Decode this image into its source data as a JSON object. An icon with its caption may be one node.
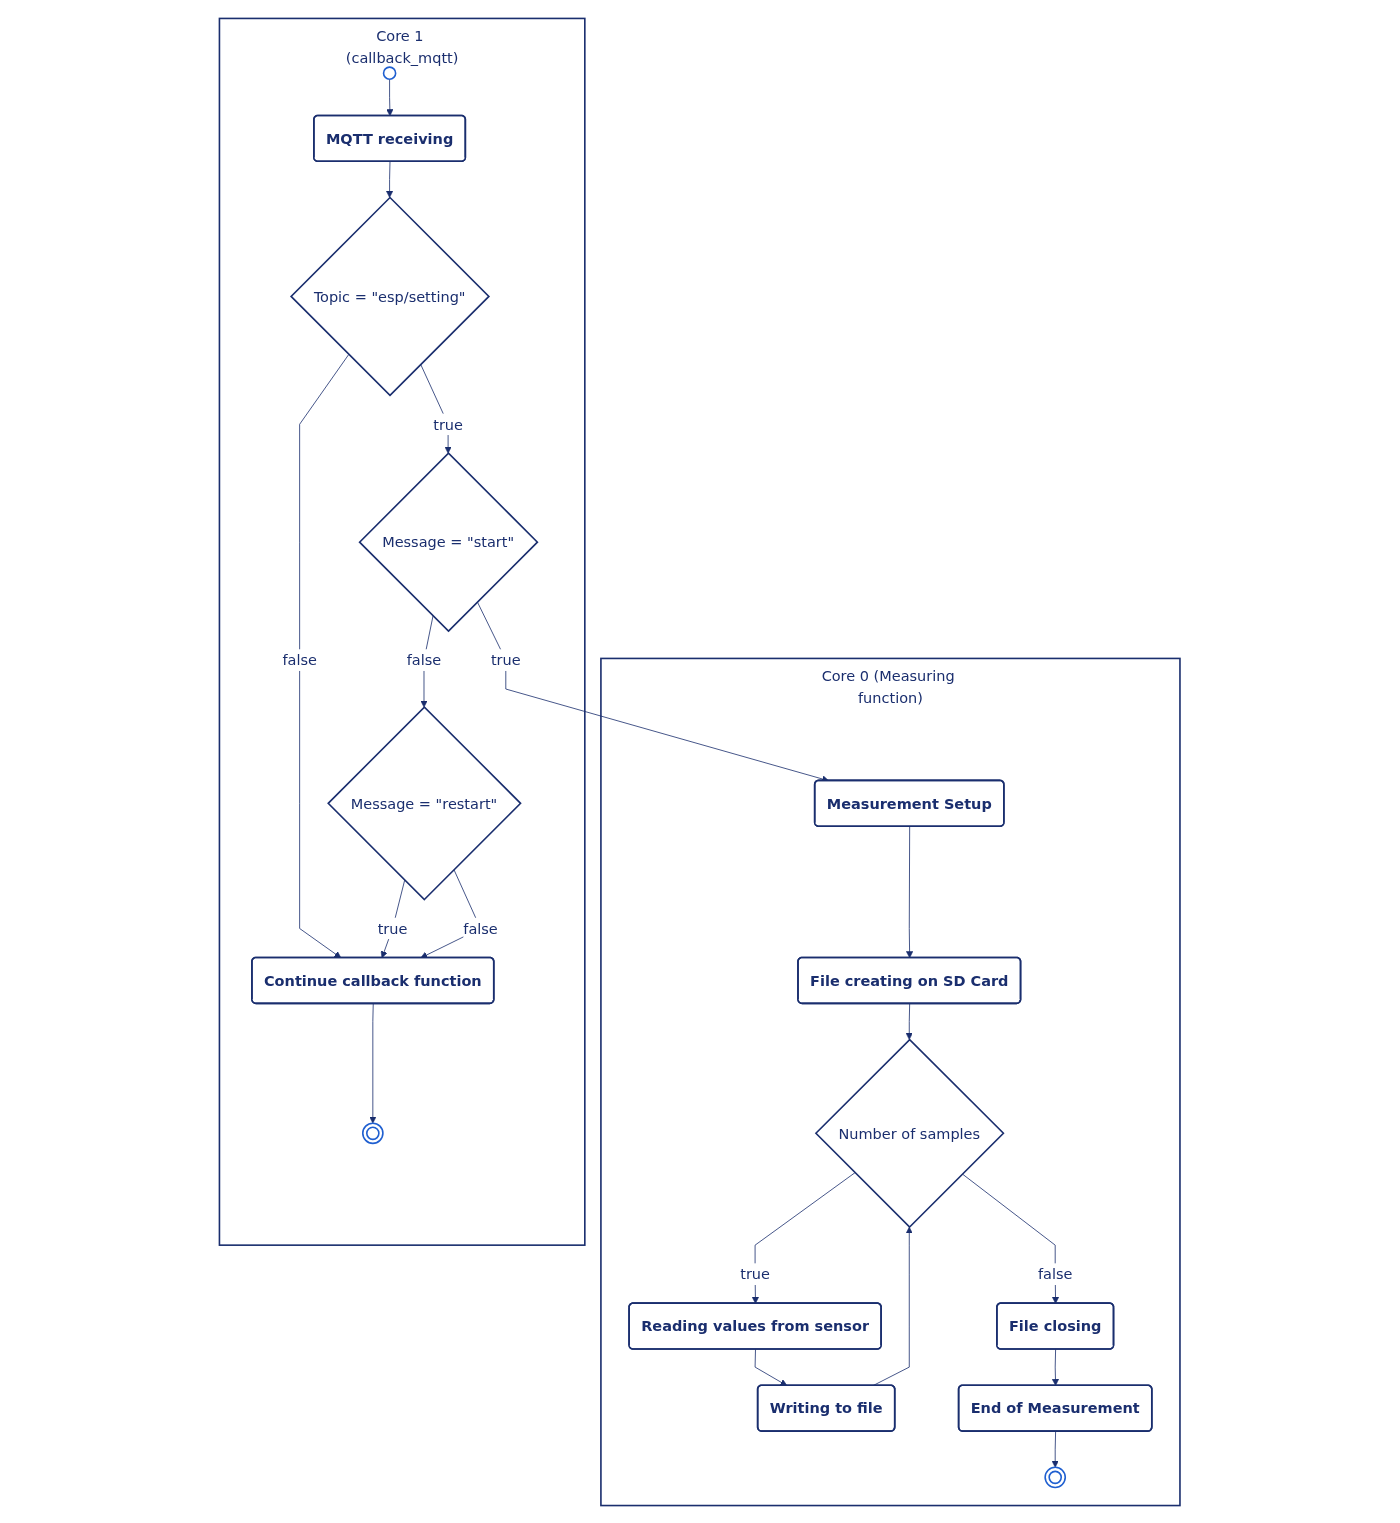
{
  "diagram": {
    "nodes": [
      {
        "text": [
          "Core 0 (Measuring function)"
        ]
      },
      {
        "text": [
          "Core 1 (callback_mqtt)"
        ]
      },
      {
        "text": [
          "Measurement Setup"
        ],
        "in": 0
      },
      {
        "text": [
          "File creating on SD Card"
        ],
        "in": 0
      },
      {
        "text": [
          "Number of samples"
        ],
        "in": 0
      },
      {
        "text": [
          "Reading values from sensor"
        ],
        "in": 0
      },
      {
        "text": [
          "Writing to file"
        ],
        "in": 0
      },
      {
        "text": [
          "File closing"
        ],
        "in": 0
      },
      {
        "text": [
          "End of Measurement"
        ],
        "in": 0
      },
      {
        "text": [],
        "shape": "circle",
        "in": 0
      },
      {
        "text": [],
        "shape": "circle",
        "in": 1
      },
      {
        "text": [
          "MQTT receiving"
        ],
        "in": 1
      },
      {
        "text": [
          "Topic = \"esp/setting\""
        ],
        "in": 1
      },
      {
        "text": [
          "Message = \"start\""
        ],
        "in": 1
      },
      {
        "text": [
          "Message = \"restart\""
        ],
        "in": 1
      },
      {
        "text": [
          "Continue callback function"
        ],
        "in": 1
      },
      {
        "text": [],
        "shape": "circle",
        "in": 1
      }
    ],
    "edges": [
      {
        "from": 2,
        "to": 3,
        "arrow": "to"
      },
      {
        "from": 3,
        "to": 4,
        "arrow": "to"
      },
      {
        "from": 4,
        "to": 5,
        "arrow": "to",
        "label": "true"
      },
      {
        "from": 5,
        "to": 6,
        "arrow": "to"
      },
      {
        "from": 6,
        "to": 4,
        "arrow": "to"
      },
      {
        "from": 4,
        "to": 7,
        "arrow": "to",
        "label": "false"
      },
      {
        "from": 7,
        "to": 8,
        "arrow": "to"
      },
      {
        "from": 8,
        "to": 9,
        "arrow": "to"
      },
      {
        "from": 10,
        "to": 11,
        "arrow": "to"
      },
      {
        "from": 11,
        "to": 12,
        "arrow": "to"
      },
      {
        "from": 12,
        "to": 13,
        "arrow": "to",
        "label": "true"
      },
      {
        "from": 12,
        "to": 15,
        "arrow": "to",
        "label": "false"
      },
      {
        "from": 13,
        "to": 2,
        "arrow": "to",
        "label": "true"
      },
      {
        "from": 13,
        "to": 14,
        "arrow": "to",
        "label": "false"
      },
      {
        "from": 14,
        "to": 15,
        "arrow": "to",
        "label": "true"
      },
      {
        "from": 14,
        "to": 15,
        "arrow": "to",
        "label": "false"
      },
      {
        "from": 15,
        "to": 16,
        "arrow": "to"
      }
    ]
  }
}
